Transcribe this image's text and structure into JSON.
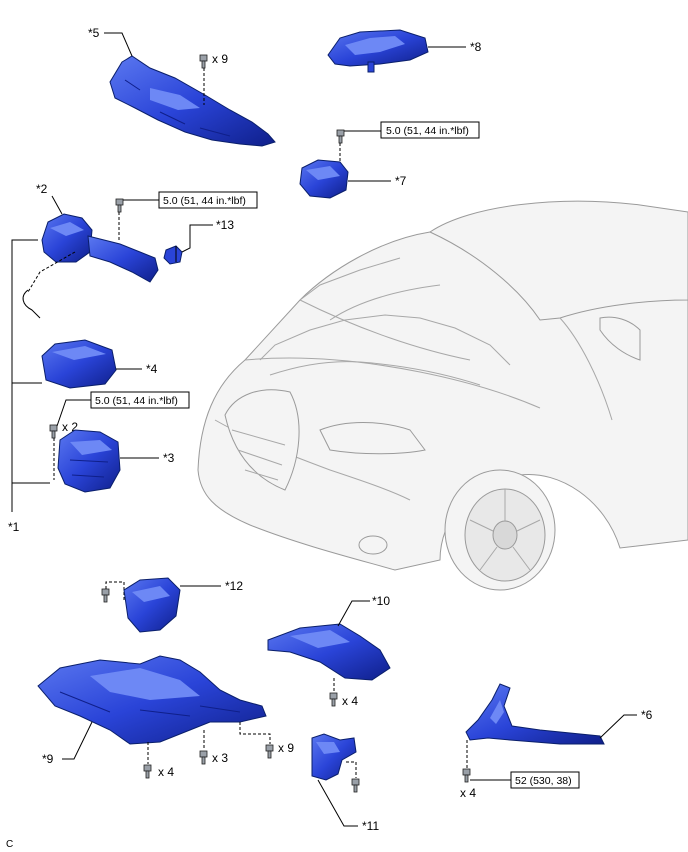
{
  "callouts": {
    "c1": "*1",
    "c2": "*2",
    "c3": "*3",
    "c4": "*4",
    "c5": "*5",
    "c6": "*6",
    "c7": "*7",
    "c8": "*8",
    "c9": "*9",
    "c10": "*10",
    "c11": "*11",
    "c12": "*12",
    "c13": "*13"
  },
  "torques": {
    "t7": "5.0 (51, 44 in.*lbf)",
    "t2": "5.0 (51, 44 in.*lbf)",
    "t3": "5.0 (51, 44 in.*lbf)",
    "t6": "52 (530, 38)"
  },
  "quantities": {
    "q5": "x 9",
    "q3": "x 2",
    "q10": "x 4",
    "q9a": "x 4",
    "q9b": "x 3",
    "q9c": "x 9",
    "q6": "x 4"
  },
  "footer": {
    "code": "C"
  },
  "colors": {
    "part": "#2a44d8",
    "part_dark": "#0f1f8a",
    "part_light": "#5b78f0"
  }
}
